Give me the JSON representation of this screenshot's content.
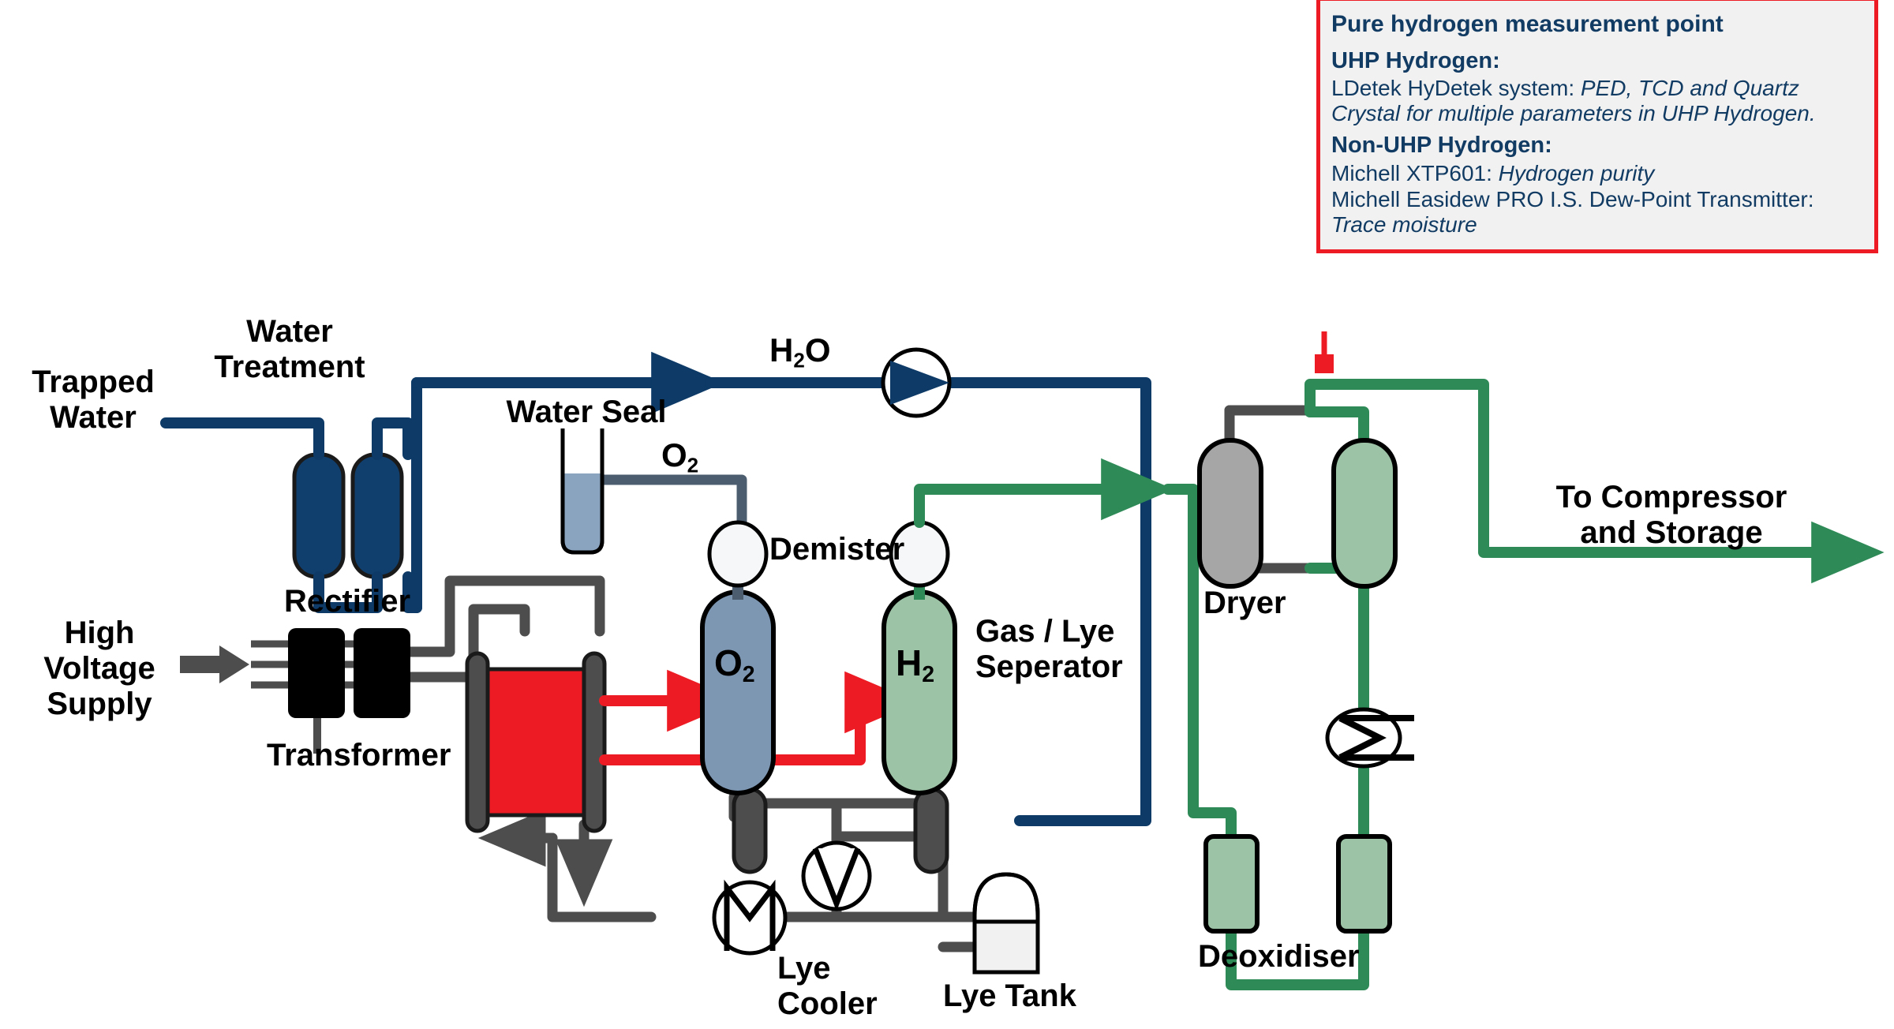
{
  "colors": {
    "water_blue": "#0d3a67",
    "hydrogen_green": "#2e8b57",
    "lye_red": "#ed1c24",
    "pipe_gray": "#4d4d4d",
    "o2_vessel": "#7d97b3",
    "h2_vessel": "#9dc3a6",
    "dryer_gray": "#a6a6a6",
    "callout_border": "#ed1c24",
    "callout_bg": "#f1f1f1",
    "callout_text": "#113b63",
    "black": "#000000"
  },
  "callout": {
    "title": "Pure hydrogen measurement point",
    "sections": [
      {
        "heading": "UHP Hydrogen:",
        "lines": [
          {
            "plain": "LDetek HyDetek system: ",
            "italic": "PED, TCD and Quartz Crystal for multiple parameters in UHP Hydrogen."
          }
        ]
      },
      {
        "heading": "Non-UHP Hydrogen:",
        "lines": [
          {
            "plain": "Michell XTP601: ",
            "italic": "Hydrogen purity"
          },
          {
            "plain": "Michell Easidew PRO I.S. Dew-Point Transmitter: ",
            "italic": "Trace moisture"
          }
        ]
      }
    ]
  },
  "labels": {
    "trapped_water": "Trapped\nWater",
    "water_treatment": "Water\nTreatment",
    "water_seal": "Water Seal",
    "h2o": "H₂O",
    "o2_stream": "O₂",
    "demister": "Demister",
    "gas_lye_separator": "Gas / Lye\nSeperator",
    "high_voltage_supply": "High\nVoltage\nSupply",
    "rectifier": "Rectifier",
    "transformer": "Transformer",
    "lye_cooler": "Lye\nCooler",
    "lye_tank": "Lye Tank",
    "dryer": "Dryer",
    "deoxidiser": "Deoxidiser",
    "to_compressor": "To Compressor\nand Storage",
    "o2_vessel": "O₂",
    "h2_vessel": "H₂"
  },
  "icons": {
    "water_pump": "pump-icon",
    "circulation_pump": "pump-icon",
    "motor": "motor-icon",
    "heat_exchanger": "heat-exchanger-icon",
    "supply_arrow": "arrow-right-icon",
    "measurement_marker": "measurement-point-marker"
  }
}
